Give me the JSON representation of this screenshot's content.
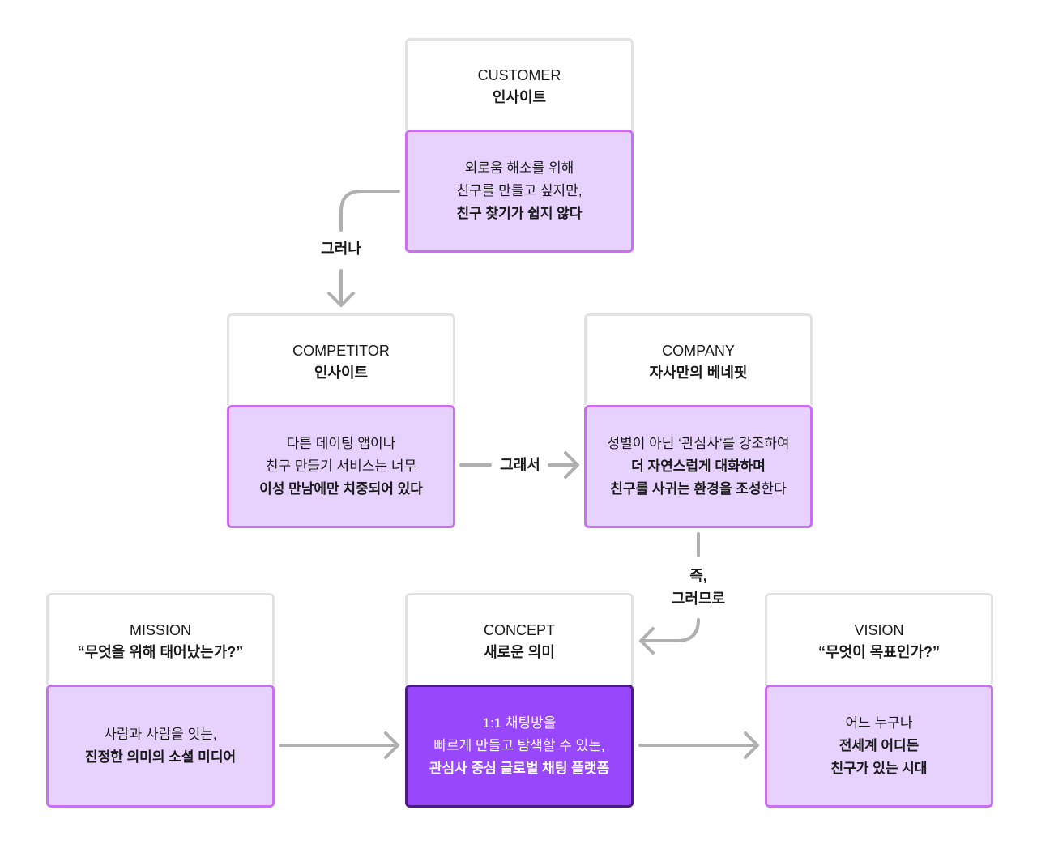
{
  "cards": {
    "customer": {
      "head_eng": "CUSTOMER",
      "head_kor": "인사이트",
      "body": [
        "외로움 해소를 위해",
        "친구를 만들고 싶지만,",
        "친구 찾기가 쉽지 않다"
      ]
    },
    "competitor": {
      "head_eng": "COMPETITOR",
      "head_kor": "인사이트",
      "body": [
        "다른 데이팅 앱이나",
        "친구 만들기 서비스는 너무",
        "이성 만남에만 치중되어 있다"
      ]
    },
    "company": {
      "head_eng": "COMPANY",
      "head_kor": "자사만의 베네핏",
      "body_line1": "성별이 아닌 ‘관심사’를 강조하여",
      "body_line2": "더 자연스럽게 대화하며",
      "body_line3_bold": "친구를 사귀는 환경을 조성",
      "body_line3_regular": "한다"
    },
    "mission": {
      "head_eng": "MISSION",
      "head_kor": "“무엇을 위해 태어났는가?”",
      "body": [
        "사람과 사람을 잇는,",
        "진정한 의미의 소셜 미디어"
      ]
    },
    "concept": {
      "head_eng": "CONCEPT",
      "head_kor": "새로운 의미",
      "body": [
        "1:1 채팅방을",
        "빠르게 만들고 탐색할 수 있는,",
        "관심사 중심 글로벌 채팅 플랫폼"
      ]
    },
    "vision": {
      "head_eng": "VISION",
      "head_kor": "“무엇이 목표인가?”",
      "body": [
        "어느 누구나",
        "전세계 어디든",
        "친구가 있는 시대"
      ]
    }
  },
  "connectors": {
    "however": "그러나",
    "therefore": "그래서",
    "that_is_line1": "즉,",
    "that_is_line2": "그러므로"
  },
  "colors": {
    "card_fill": "#e6d2fc",
    "card_border": "#c96ff0",
    "concept_fill": "#9847fb",
    "concept_border": "#4a1b84",
    "header_border": "#e2e2e2",
    "arrow": "#b0b0b0"
  }
}
